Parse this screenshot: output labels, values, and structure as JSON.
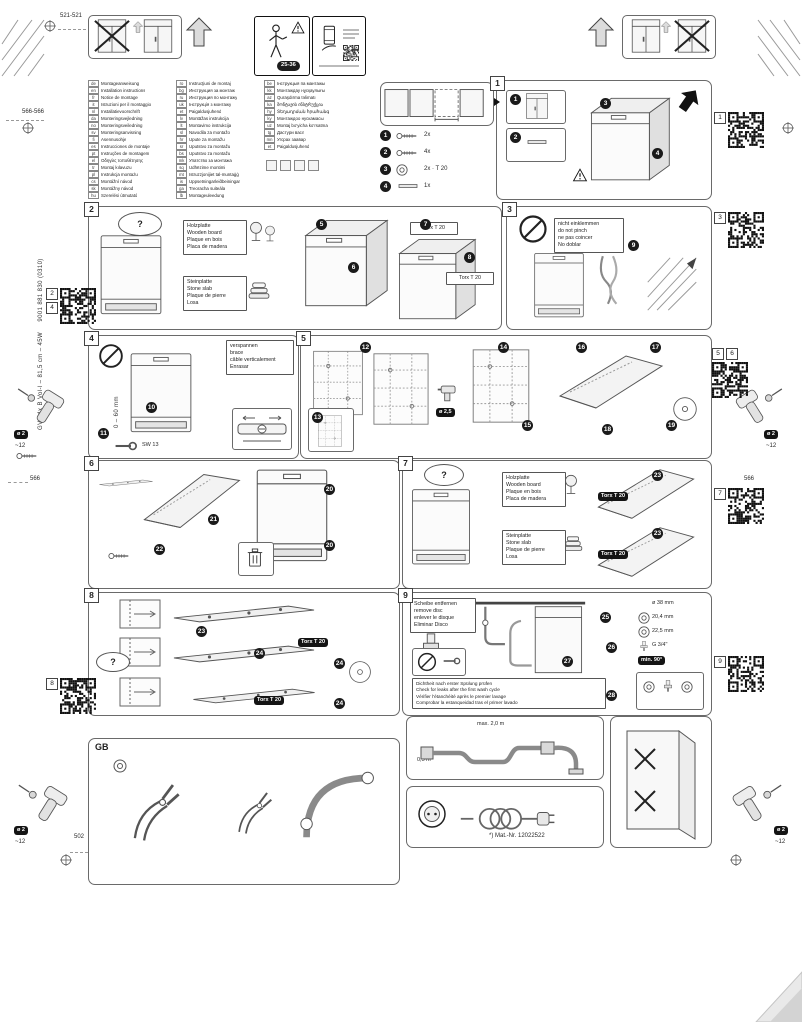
{
  "sidebar": {
    "model": "GV 64x B Vol-l – 81,5 cm – 45W",
    "code": "9001 881 830 (0310)"
  },
  "dims": {
    "top": "521-521",
    "left": "566-566",
    "depth_top": "566",
    "depth_bottom": "502",
    "drill_dia": "ø 2",
    "drill_depth": "~12"
  },
  "labels": {
    "question": "?",
    "weight": "25-36",
    "torx": "Torx T 20",
    "wooden_board": "Holzplatte\nWooden board\nPlaque en bois\nPlaca de madera",
    "stone_slab": "Steinplatte\nStone slab\nPlaque de pierre\nLosa",
    "do_not_pinch": "nicht einklemmen\ndo not pinch\nne pas coincer\nNo doblar",
    "brace": "verspannen\nbrace\ncâble verticalement\nEnrasar",
    "sw": "SW 13",
    "height_range": "0 – 60 mm",
    "drill_bit": "ø 2,5",
    "remove_disc": "Scheibe entfernen\nremove disc\nenlever le disque\nEliminar Disco",
    "leak_check": "Dichtheit nach erster Spülung prüfen\nCheck for leaks after the first wash cycle\nVérifier l'étanchéité après le premier lavage\nComprobar la estanqueidad tras el primer lavado",
    "gb": "GB",
    "hose_max": "max. 2,0 m",
    "hose_min": "0,5 m",
    "mat_nr": "*) Mat.-Nr. 12022522",
    "f1": "ø 38 mm",
    "f2": "20,4 mm",
    "f3": "22,5 mm",
    "f4": "G 3/4\"",
    "f5": "min. 90°"
  },
  "legend": {
    "rows": [
      {
        "n": "1",
        "text": "2x"
      },
      {
        "n": "2",
        "text": "4x"
      },
      {
        "n": "3",
        "text": "2x · T 20"
      },
      {
        "n": "4",
        "text": "1x"
      }
    ]
  },
  "steps": {
    "s1": {
      "num": "1"
    },
    "s2": {
      "num": "2"
    },
    "s3": {
      "num": "3"
    },
    "s4": {
      "num": "4"
    },
    "s5": {
      "num": "5"
    },
    "s6": {
      "num": "6"
    },
    "s7": {
      "num": "7"
    },
    "s8": {
      "num": "8"
    },
    "s9": {
      "num": "9"
    }
  },
  "qr": {
    "q1": "1",
    "q2": "2",
    "q3": "3",
    "q4": "4",
    "q5": "5",
    "q6": "6",
    "q7": "7",
    "q8": "8",
    "q9": "9"
  },
  "callouts": {
    "c1": "1",
    "c2": "2",
    "c3": "3",
    "c4": "4",
    "c5": "5",
    "c6": "6",
    "c7": "7",
    "c8": "8",
    "c9": "9",
    "c10": "10",
    "c11": "11",
    "c12": "12",
    "c13": "13",
    "c14": "14",
    "c15": "15",
    "c16": "16",
    "c17": "17",
    "c18": "18",
    "c19": "19",
    "c20": "20",
    "c21": "21",
    "c22": "22",
    "c23": "23",
    "c24": "24",
    "c25": "25",
    "c26": "26",
    "c27": "27",
    "c28": "28"
  },
  "language_columns": [
    [
      {
        "code": "de",
        "title": "Montageanweisung"
      },
      {
        "code": "en",
        "title": "Installation instructions"
      },
      {
        "code": "fr",
        "title": "Notice de montage"
      },
      {
        "code": "it",
        "title": "Istruzioni per il montaggio"
      },
      {
        "code": "nl",
        "title": "Installatievoorschrift"
      },
      {
        "code": "da",
        "title": "Monteringsvejledning"
      },
      {
        "code": "no",
        "title": "Monteringsveiledning"
      },
      {
        "code": "sv",
        "title": "Monteringsanvisning"
      },
      {
        "code": "fi",
        "title": "Asennusohje"
      },
      {
        "code": "es",
        "title": "Instrucciones de montaje"
      },
      {
        "code": "pt",
        "title": "Instruções de montagem"
      },
      {
        "code": "el",
        "title": "Οδηγίες τοποθέτησης"
      },
      {
        "code": "tr",
        "title": "Montaj kılavuzu"
      },
      {
        "code": "pl",
        "title": "Instrukcja montażu"
      },
      {
        "code": "cs",
        "title": "Montážní návod"
      },
      {
        "code": "sk",
        "title": "Montážny návod"
      },
      {
        "code": "hu",
        "title": "Szerelési útmutató"
      }
    ],
    [
      {
        "code": "ro",
        "title": "Instrucţiuni de montaj"
      },
      {
        "code": "bg",
        "title": "Инструкция за монтаж"
      },
      {
        "code": "ru",
        "title": "Инструкция по монтажу"
      },
      {
        "code": "uk",
        "title": "Інструкція з монтажу"
      },
      {
        "code": "et",
        "title": "Paigaldusjuhend"
      },
      {
        "code": "lv",
        "title": "Montāžas instrukcija"
      },
      {
        "code": "lt",
        "title": "Montavimo instrukcija"
      },
      {
        "code": "sl",
        "title": "Navodila za montažo"
      },
      {
        "code": "hr",
        "title": "Upute za montažu"
      },
      {
        "code": "sr",
        "title": "Uputstvo za montažu"
      },
      {
        "code": "bs",
        "title": "Uputstvo za montažu"
      },
      {
        "code": "mk",
        "title": "Упатство за монтажа"
      },
      {
        "code": "sq",
        "title": "Udhëzime montimi"
      },
      {
        "code": "mt",
        "title": "Istruzzjonijiet tal-muntaġġ"
      },
      {
        "code": "is",
        "title": "Uppsetningarleiðbeiningar"
      },
      {
        "code": "ga",
        "title": "Treoracha suiteála"
      },
      {
        "code": "lb",
        "title": "Montageuleedung"
      }
    ],
    [
      {
        "code": "be",
        "title": "Інструкцыя па мантажы"
      },
      {
        "code": "kk",
        "title": "Монтаждау нұсқаулығы"
      },
      {
        "code": "az",
        "title": "Quraşdırma təlimatı"
      },
      {
        "code": "ka",
        "title": "მონტაჟის ინსტრუქცია"
      },
      {
        "code": "hy",
        "title": "Տեղադրման հրահանգ"
      },
      {
        "code": "ky",
        "title": "Монтаждоо нускамасы"
      },
      {
        "code": "uz",
        "title": "Montaj bo‘yicha ko‘rsatma"
      },
      {
        "code": "tg",
        "title": "Дастури васл"
      },
      {
        "code": "mn",
        "title": "Угсрах заавар"
      },
      {
        "code": "et",
        "title": "Paigaldusjuhend"
      }
    ]
  ]
}
